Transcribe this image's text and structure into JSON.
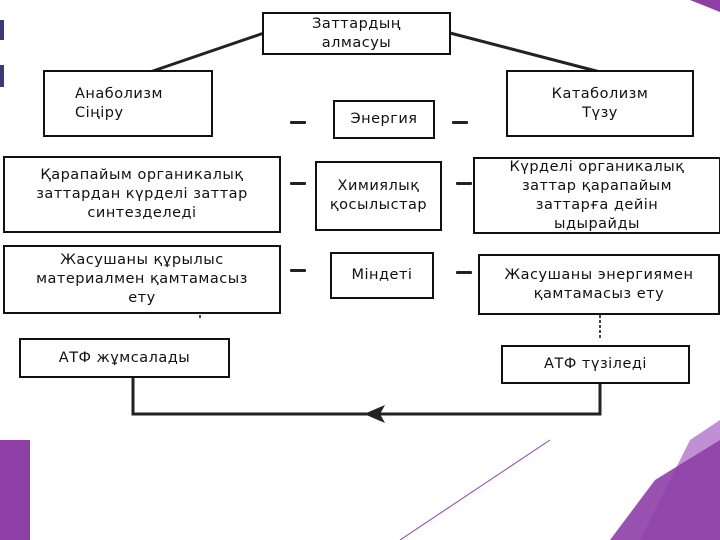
{
  "diagram": {
    "title": "Заттардың\nалмасуы",
    "left_header": "Анаболизм\nСіңіру",
    "right_header": "Катаболизм\nТүзу",
    "center_energy": "Энергия",
    "center_chemical": "Химиялық\nқосылыстар",
    "center_function": "Міндеті",
    "left_synthesis": "Қарапайым органикалық\nзаттардан күрделі заттар\nсинтезделеді",
    "right_breakdown": "Күрделі органикалық\nзаттар қарапайым\nзаттарға дейін\nыдырайды",
    "left_structure": "Жасушаны құрылыс\nматериалмен қамтамасыз\nету",
    "right_energy": "Жасушаны энергиямен\nқамтамасыз ету",
    "left_atp": "АТФ жұмсалады",
    "right_atp": "АТФ түзіледі"
  },
  "colors": {
    "accent_purple": "#8e3fa6",
    "accent_purple_light": "#b57ccc",
    "line": "#111111"
  }
}
